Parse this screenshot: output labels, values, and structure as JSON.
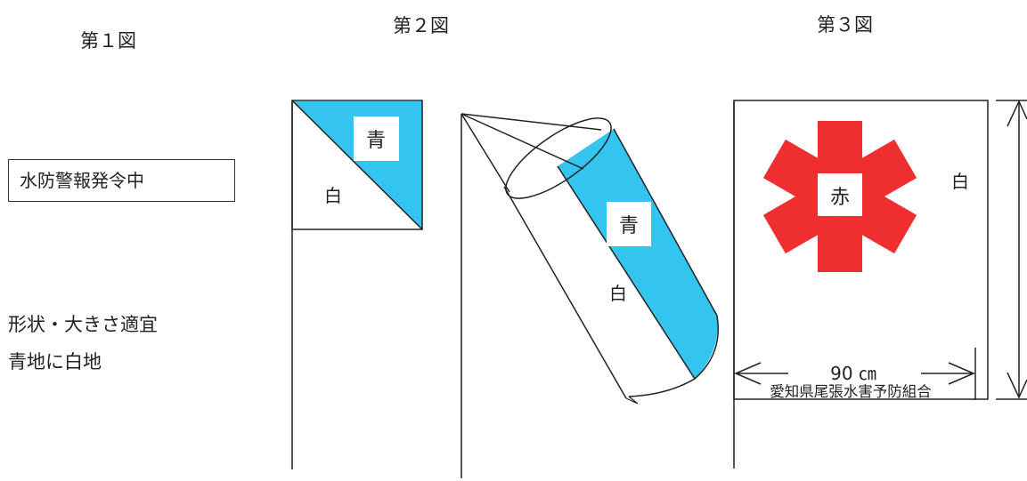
{
  "figure1": {
    "title": "第１図",
    "sign_text": "水防警報発令中",
    "note_line1": "形状・大きさ適宜",
    "note_line2": "青地に白地"
  },
  "figure2": {
    "title": "第２図",
    "flag_blue_label": "青",
    "flag_white_label": "白",
    "windsock_blue_label": "青",
    "windsock_white_label": "白"
  },
  "figure3": {
    "title": "第３図",
    "center_label": "赤",
    "background_label": "白",
    "organization": "愛知県尾張水害予防組合",
    "width_label": "90 ㎝"
  },
  "colors": {
    "blue": "#33c4ef",
    "red": "#ee2e2f",
    "line": "#222222"
  }
}
